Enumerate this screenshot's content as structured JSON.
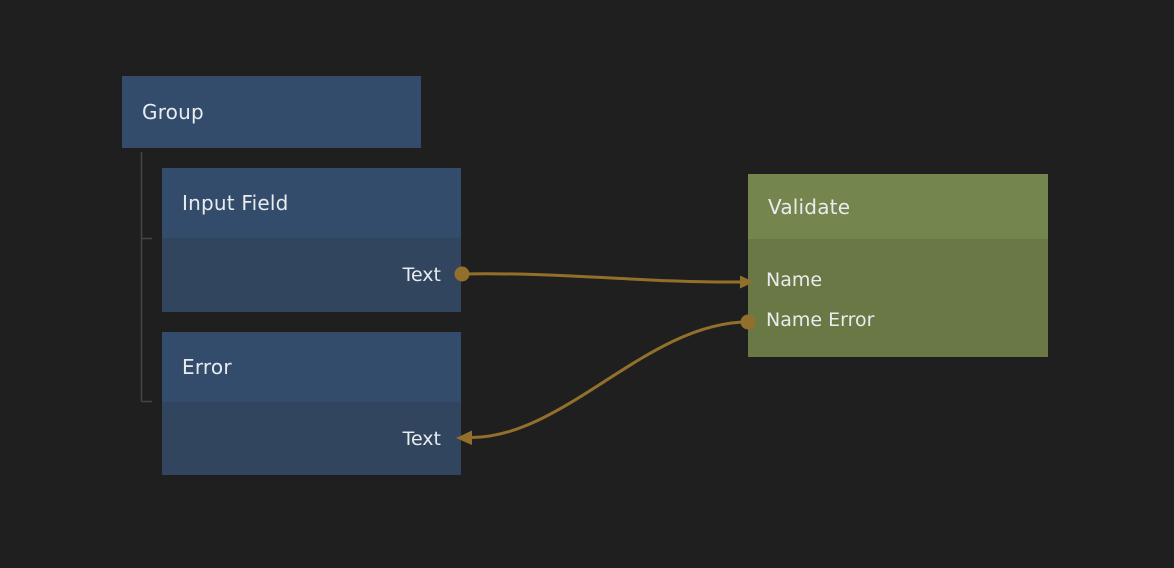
{
  "colors": {
    "background": "#1f1f1f",
    "node_blue_header": "#334c6b",
    "node_blue_body": "#31455f",
    "node_green_header": "#74854d",
    "node_green_body": "#697845",
    "wire": "#92702c",
    "tree_line": "#454545",
    "text": "#e9ecef"
  },
  "nodes": {
    "group": {
      "title": "Group",
      "children": [
        "input_field",
        "error"
      ]
    },
    "input_field": {
      "title": "Input Field",
      "outputs": [
        {
          "label": "Text"
        }
      ]
    },
    "error": {
      "title": "Error",
      "inputs": [
        {
          "label": "Text"
        }
      ]
    },
    "validate": {
      "title": "Validate",
      "inputs": [
        {
          "label": "Name"
        }
      ],
      "outputs": [
        {
          "label": "Name Error"
        }
      ]
    }
  },
  "connections": [
    {
      "from_node": "input_field",
      "from_port": "Text",
      "to_node": "validate",
      "to_port": "Name"
    },
    {
      "from_node": "validate",
      "from_port": "Name Error",
      "to_node": "error",
      "to_port": "Text"
    }
  ]
}
